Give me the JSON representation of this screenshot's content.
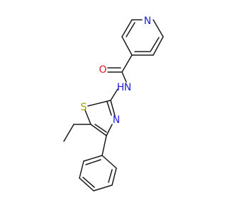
{
  "molecule": {
    "atom_labels": {
      "pyridine_n": "N",
      "carbonyl_o": "O",
      "amide_n": "N",
      "amide_h": "H",
      "thiazole_s": "S",
      "thiazole_n": "N"
    },
    "colors": {
      "bond": "#1a1a1a",
      "nitrogen": "#1e1ed8",
      "oxygen": "#e41a1c",
      "sulfur": "#a8a000"
    }
  }
}
